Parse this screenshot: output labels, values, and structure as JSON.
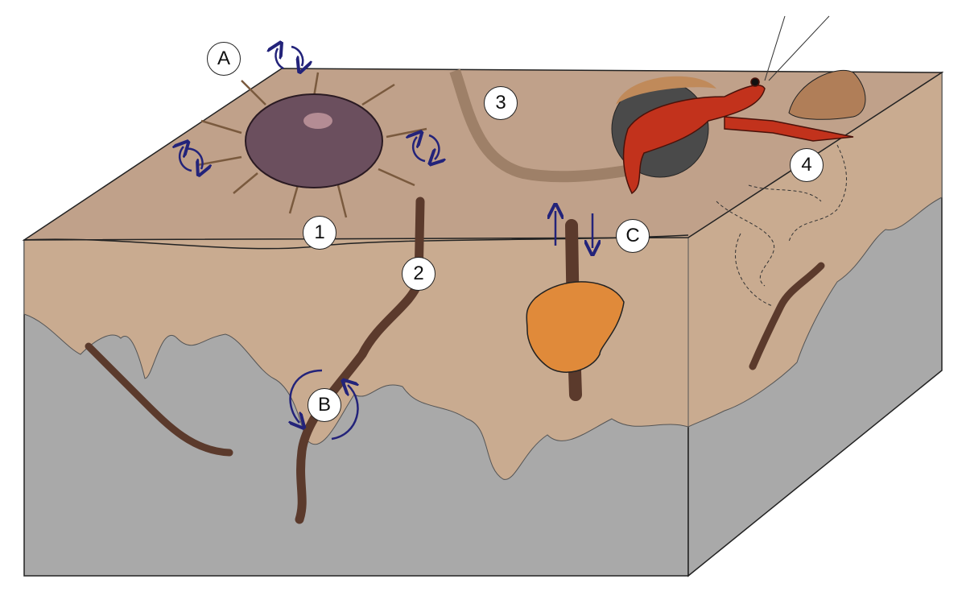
{
  "labels": {
    "A": "A",
    "B": "B",
    "C": "C",
    "one": "1",
    "two": "2",
    "three": "3",
    "four": "4"
  },
  "colors": {
    "sediment_top": "#c0a18a",
    "sediment_front": "#c9ab90",
    "subsoil": "#a9a9a9",
    "burrow": "#5b3a2c",
    "arrow": "#23237a",
    "urchin": "#6b4f5e",
    "crayfish": "#c2321c",
    "sponge": "#e08a3a"
  }
}
